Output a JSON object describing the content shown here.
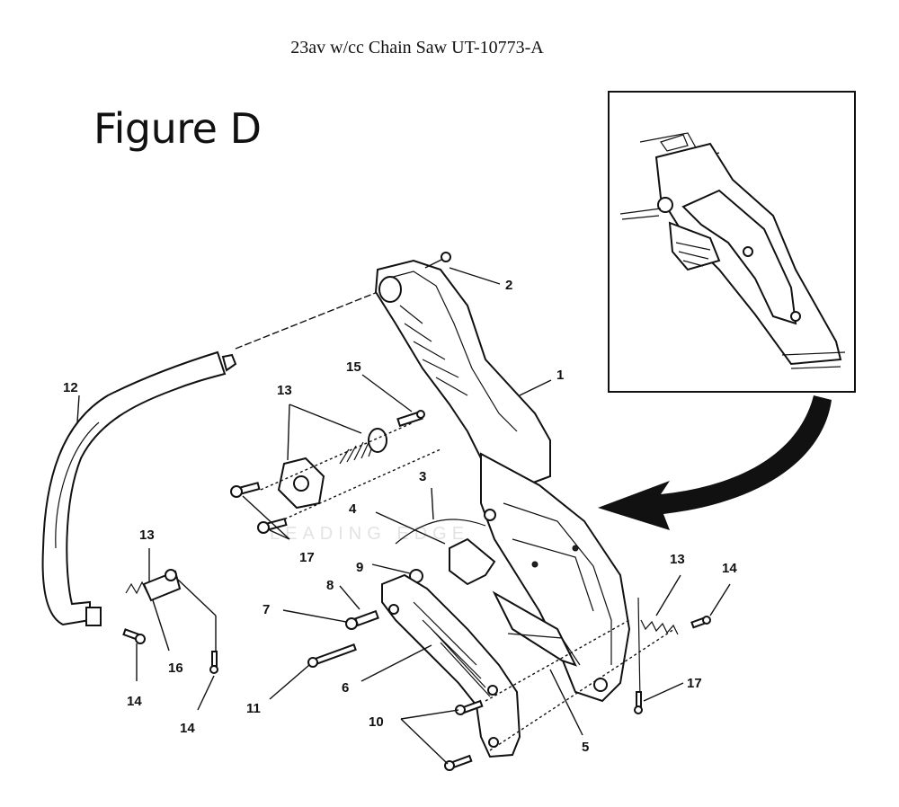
{
  "header": {
    "title": "23av w/cc Chain Saw UT-10773-A",
    "figure": "Figure D"
  },
  "callouts": {
    "p1": "1",
    "p2": "2",
    "p3": "3",
    "p4": "4",
    "p5": "5",
    "p6": "6",
    "p7": "7",
    "p8": "8",
    "p9": "9",
    "p10": "10",
    "p11": "11",
    "p12": "12",
    "p13a": "13",
    "p13b": "13",
    "p13c": "13",
    "p14a": "14",
    "p14b": "14",
    "p14c": "14",
    "p15": "15",
    "p16": "16",
    "p17a": "17",
    "p17b": "17"
  }
}
